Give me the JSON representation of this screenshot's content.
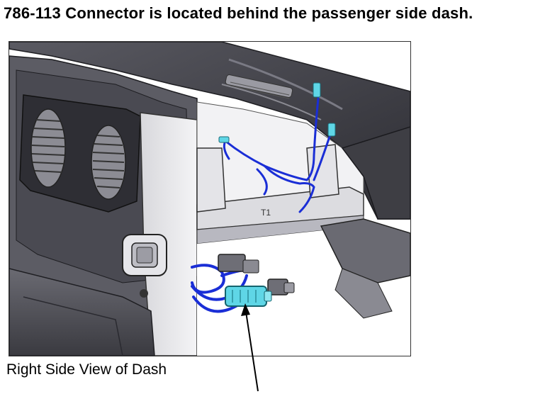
{
  "document": {
    "heading": "786-113 Connector is located behind the passenger side dash.",
    "figure_caption": "Right Side View of Dash"
  },
  "illustration": {
    "subject": "dash-cutaway-with-connector",
    "colors": {
      "harness": "#1a2ed6",
      "connector_highlight": "#5fd6e6",
      "panel_fill": "#e9e9ec",
      "panel_dark": "#4a4a52",
      "outline": "#222222"
    }
  }
}
